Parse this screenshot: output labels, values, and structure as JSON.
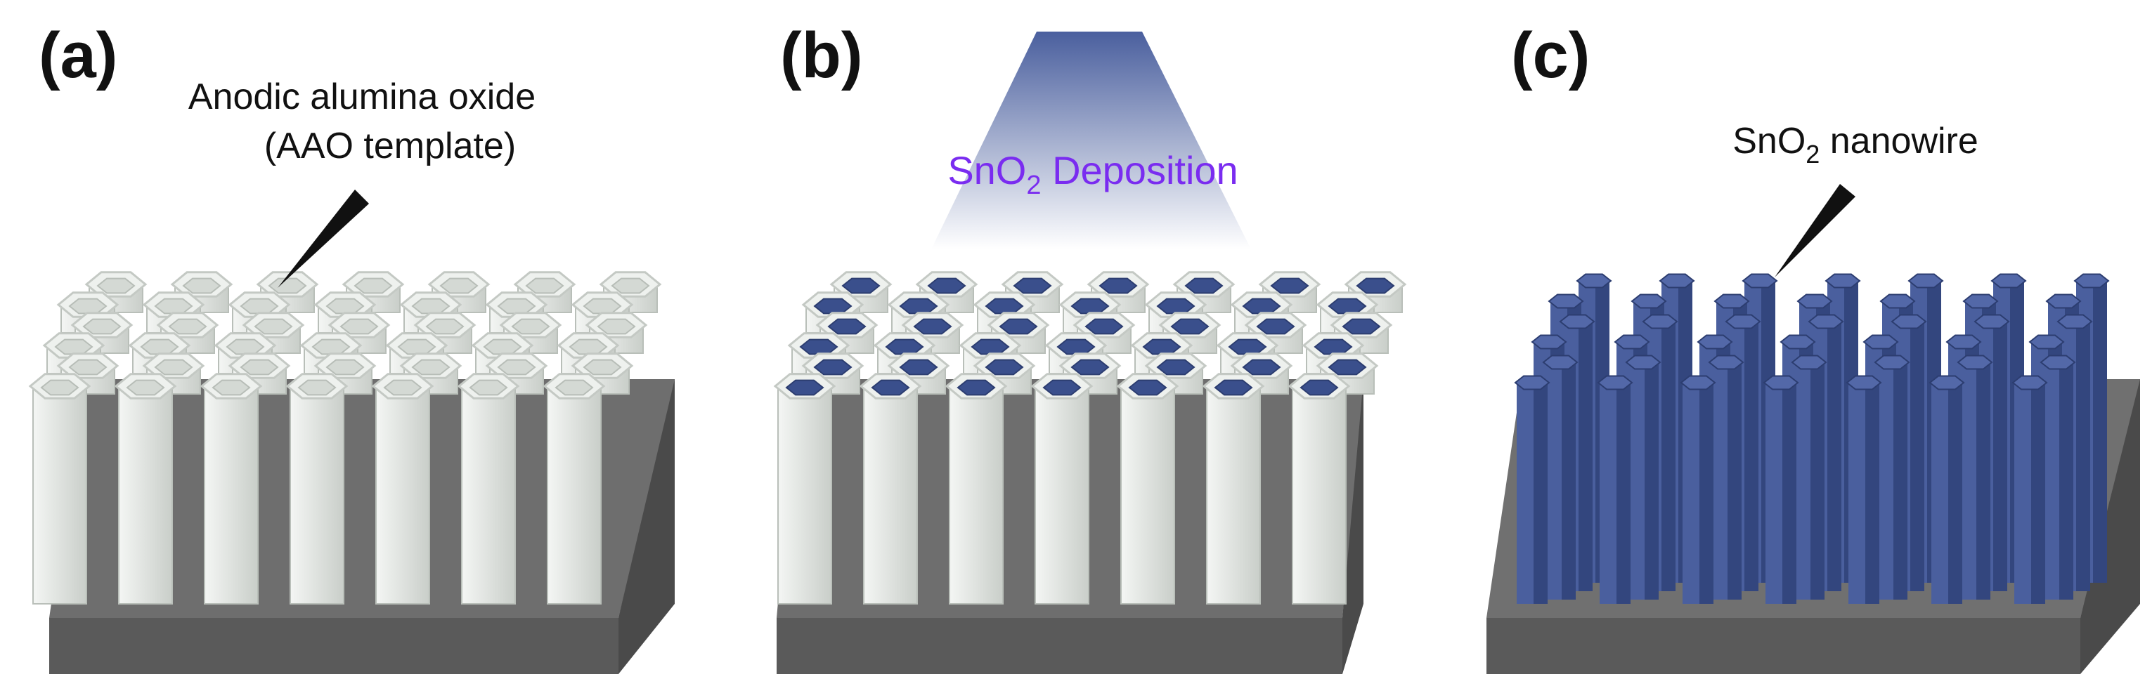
{
  "panels": [
    {
      "id": "a",
      "label": "(a)",
      "callout_lines": [
        "Anodic alumina oxide",
        "(AAO template)"
      ]
    },
    {
      "id": "b",
      "label": "(b)",
      "beam_text": "SnO",
      "beam_sub": "2",
      "beam_text_tail": " Deposition"
    },
    {
      "id": "c",
      "label": "(c)",
      "callout_pre": "SnO",
      "callout_sub": "2",
      "callout_post": " nanowire"
    }
  ],
  "colors": {
    "template_white": "#e4e8e4",
    "nanowire_blue": "#3a4f8c",
    "substrate_gray": "#707070",
    "deposition_text": "#7a2cf0"
  }
}
